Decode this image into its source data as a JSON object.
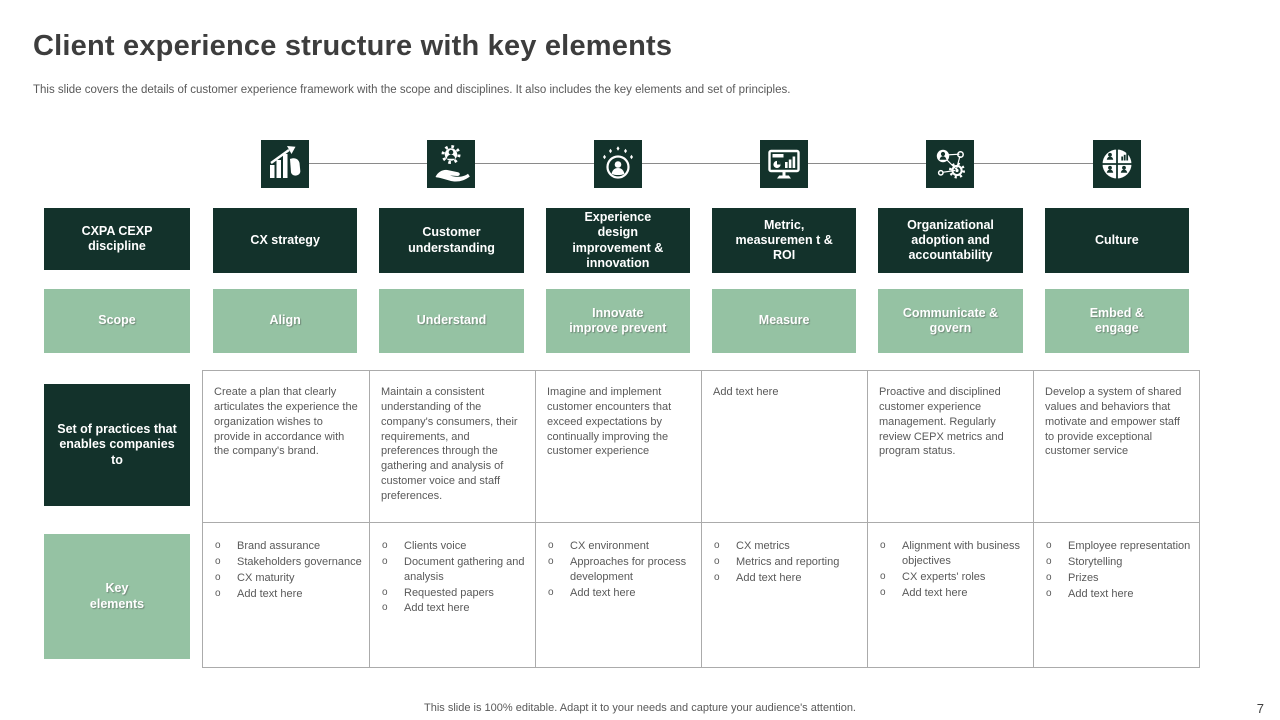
{
  "slide": {
    "title": "Client experience structure with key elements",
    "subtitle": "This slide covers the details of customer experience framework with the scope and disciplines. It also includes the key elements and set of principles.",
    "footer": "This slide is 100% editable. Adapt it to your needs and capture your audience's attention.",
    "page_number": "7"
  },
  "colors": {
    "dark_teal": "#13322b",
    "light_green": "#95c2a3",
    "outline_gray": "#8c8c8c",
    "table_border": "#ababab",
    "body_text": "#595959",
    "title_text": "#3d3d3d"
  },
  "left_column": {
    "discipline": "CXPA CEXP discipline",
    "scope": "Scope",
    "practices_label": "Set of practices that enables companies to",
    "key_elements_label": "Key elements"
  },
  "columns": [
    {
      "icon": "growth-chart-icon",
      "discipline": "CX strategy",
      "scope": "Align",
      "practice": "Create a plan that clearly articulates the experience the organization wishes to provide in accordance with the company's brand.",
      "key_elements": [
        "Brand assurance",
        "Stakeholders governance",
        "CX maturity",
        "Add text here"
      ]
    },
    {
      "icon": "hand-gear-icon",
      "discipline": "Customer understanding",
      "scope": "Understand",
      "practice": "Maintain a consistent understanding of the company's consumers, their requirements, and preferences through the gathering and analysis of customer voice and staff preferences.",
      "key_elements": [
        "Clients voice",
        "Document gathering and analysis",
        "Requested papers",
        "Add text here"
      ]
    },
    {
      "icon": "customer-rating-icon",
      "discipline": "Experience design improvement & innovation",
      "scope": "Innovate improve prevent",
      "practice": "Imagine and implement customer encounters that exceed expectations by continually improving the customer experience",
      "key_elements": [
        "CX environment",
        "Approaches for process development",
        "Add text here"
      ]
    },
    {
      "icon": "dashboard-monitor-icon",
      "discipline": "Metric, measuremen t & ROI",
      "scope": "Measure",
      "practice": "Add text here",
      "key_elements": [
        "CX  metrics",
        "Metrics and reporting",
        "Add text here"
      ]
    },
    {
      "icon": "org-network-icon",
      "discipline": "Organizational adoption and accountability",
      "scope": "Communicate & govern",
      "practice": "Proactive and disciplined customer experience management. Regularly review  CEPX metrics and program status.",
      "key_elements": [
        "Alignment with business objectives",
        "CX experts' roles",
        "Add text here"
      ]
    },
    {
      "icon": "culture-segments-icon",
      "discipline": "Culture",
      "scope": "Embed & engage",
      "practice": "Develop a system of shared values and behaviors that motivate and empower staff to provide exceptional customer service",
      "key_elements": [
        "Employee representation",
        "Storytelling",
        "Prizes",
        "Add text here"
      ]
    }
  ]
}
